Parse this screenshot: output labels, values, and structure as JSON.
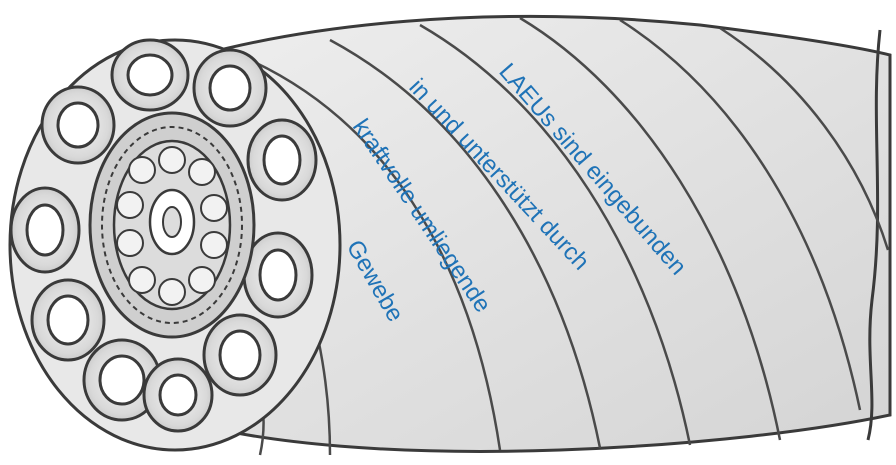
{
  "illustration": {
    "labels": {
      "line1": "LAEUs sind eingebunden",
      "line2": "in und unterstützt durch",
      "line3": "kraftvolle umliegende",
      "line4": "Gewebe"
    }
  },
  "colors": {
    "label_text": "#1f73b7",
    "sketch_fill": "#e6e6e6",
    "sketch_stroke": "#3a3a3a",
    "background": "#ffffff"
  }
}
